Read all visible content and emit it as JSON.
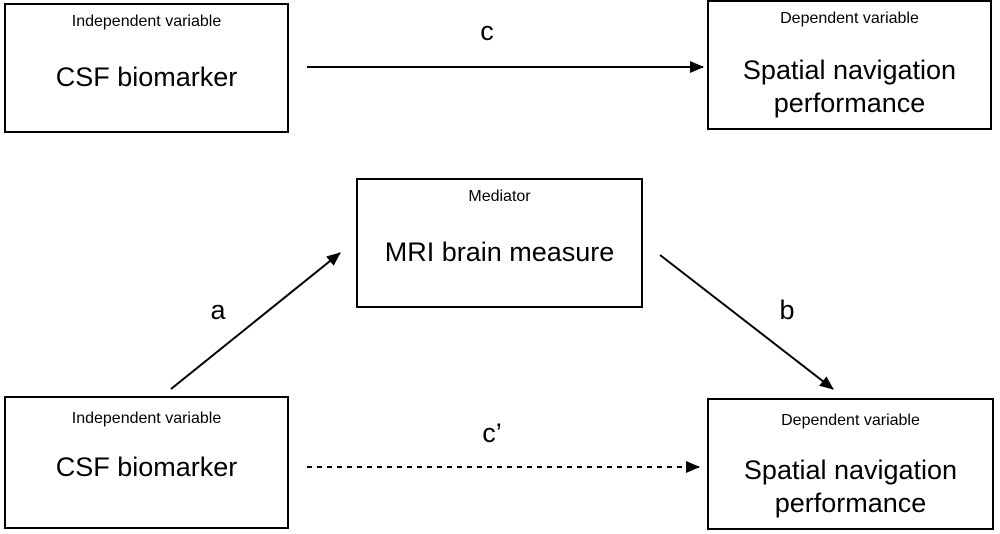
{
  "top": {
    "iv": {
      "role": "Independent variable",
      "label": "CSF biomarker"
    },
    "dv": {
      "role": "Dependent variable",
      "label_line1": "Spatial navigation",
      "label_line2": "performance"
    },
    "path_c": "c"
  },
  "bottom": {
    "mediator": {
      "role": "Mediator",
      "label": "MRI brain measure"
    },
    "iv": {
      "role": "Independent variable",
      "label": "CSF biomarker"
    },
    "dv": {
      "role": "Dependent variable",
      "label_line1": "Spatial navigation",
      "label_line2": "performance"
    },
    "path_a": "a",
    "path_b": "b",
    "path_c_prime": "c’"
  }
}
